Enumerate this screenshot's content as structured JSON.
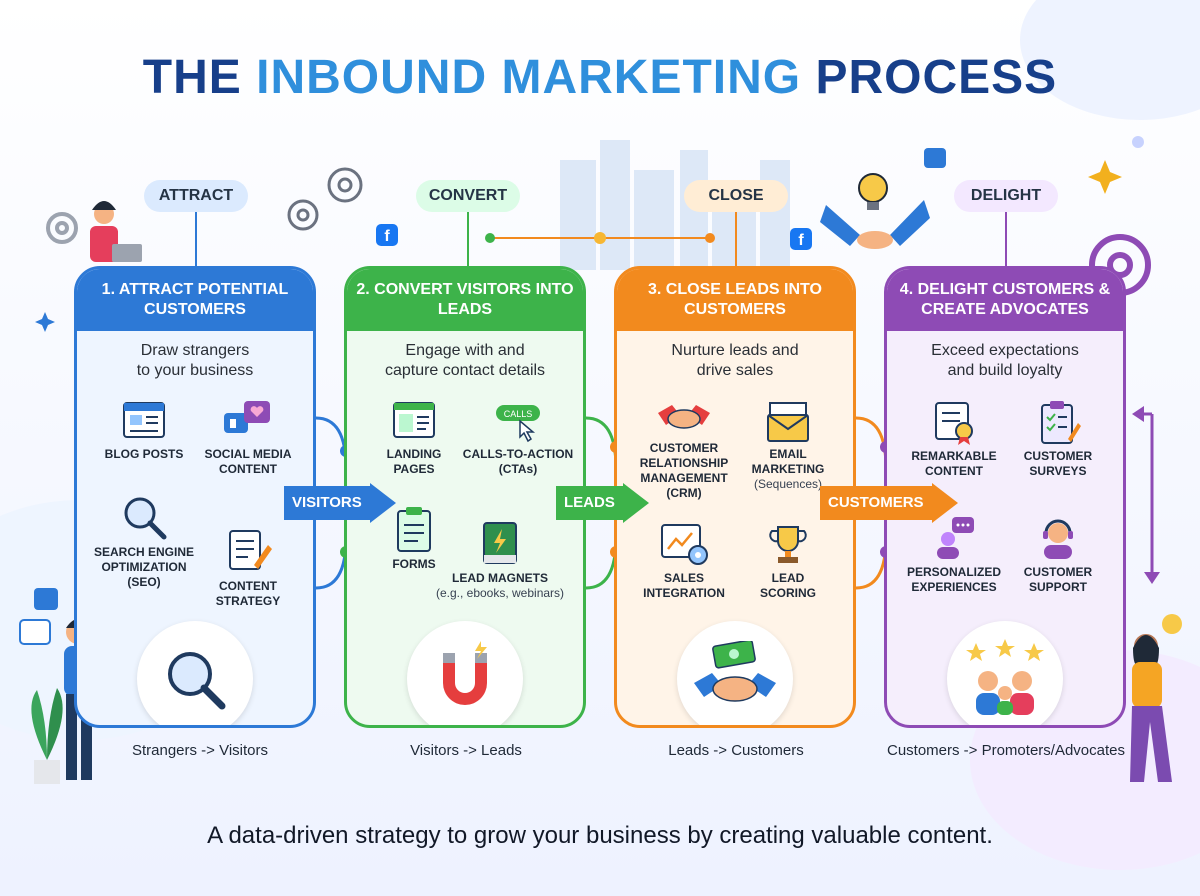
{
  "title": {
    "part1": "THE ",
    "part2": "INBOUND MARKETING",
    "part3": " PROCESS"
  },
  "colors": {
    "title_dark": "#173f8a",
    "title_light": "#2f8fdc",
    "attract": "#2d79d6",
    "convert": "#3db34a",
    "close": "#f28a1e",
    "delight": "#8e4bb5"
  },
  "pills": [
    "ATTRACT",
    "CONVERT",
    "CLOSE",
    "DELIGHT"
  ],
  "stages": [
    {
      "heading": "1. ATTRACT POTENTIAL CUSTOMERS",
      "subtitle": "Draw strangers\nto your business",
      "items": [
        {
          "icon": "blog-icon",
          "label": "BLOG POSTS"
        },
        {
          "icon": "social-media-icon",
          "label": "SOCIAL MEDIA\nCONTENT"
        },
        {
          "icon": "magnifier-icon",
          "label": "SEARCH ENGINE\nOPTIMIZATION\n(SEO)"
        },
        {
          "icon": "document-pen-icon",
          "label": "CONTENT\nSTRATEGY"
        }
      ],
      "footer": "Strangers -> Visitors"
    },
    {
      "heading": "2. CONVERT VISITORS INTO LEADS",
      "subtitle": "Engage with and\ncapture contact details",
      "items": [
        {
          "icon": "landing-page-icon",
          "label": "LANDING\nPAGES"
        },
        {
          "icon": "cta-button-icon",
          "label": "CALLS-TO-ACTION\n(CTAs)",
          "badge": "CALLS"
        },
        {
          "icon": "form-clipboard-icon",
          "label": "FORMS"
        },
        {
          "icon": "ebook-icon",
          "label": "LEAD MAGNETS",
          "note": "(e.g., ebooks, webinars)"
        }
      ],
      "footer": "Visitors -> Leads"
    },
    {
      "heading": "3. CLOSE LEADS INTO CUSTOMERS",
      "subtitle": "Nurture leads and\ndrive sales",
      "items": [
        {
          "icon": "handshake-icon",
          "label": "CUSTOMER\nRELATIONSHIP\nMANAGEMENT\n(CRM)"
        },
        {
          "icon": "email-icon",
          "label": "EMAIL\nMARKETING",
          "note": "(Sequences)"
        },
        {
          "icon": "sales-chart-icon",
          "label": "SALES\nINTEGRATION"
        },
        {
          "icon": "trophy-icon",
          "label": "LEAD\nSCORING"
        }
      ],
      "footer": "Leads -> Customers"
    },
    {
      "heading": "4. DELIGHT CUSTOMERS & CREATE ADVOCATES",
      "subtitle": "Exceed expectations\nand build loyalty",
      "items": [
        {
          "icon": "content-award-icon",
          "label": "REMARKABLE\nCONTENT"
        },
        {
          "icon": "survey-clipboard-icon",
          "label": "CUSTOMER\nSURVEYS"
        },
        {
          "icon": "personal-chat-icon",
          "label": "PERSONALIZED\nEXPERIENCES"
        },
        {
          "icon": "headset-icon",
          "label": "CUSTOMER\nSUPPORT"
        }
      ],
      "footer": "Customers -> Promoters/Advocates"
    }
  ],
  "flows": [
    "VISITORS",
    "LEADS",
    "CUSTOMERS"
  ],
  "tagline": "A data-driven strategy to grow your business by creating valuable content."
}
